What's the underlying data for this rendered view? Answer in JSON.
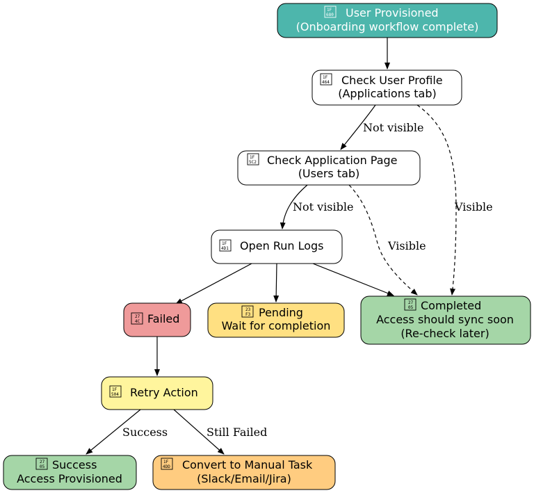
{
  "colors": {
    "teal": "#4db6ac",
    "white": "#ffffff",
    "red": "#ef9a9a",
    "yellow": "#ffe082",
    "paleYellow": "#fff59d",
    "green": "#a5d6a7",
    "orange": "#ffcc80",
    "stroke": "#000000"
  },
  "nodes": {
    "provisioned": {
      "glyph": [
        "1F",
        "680"
      ],
      "line1": "User Provisioned",
      "line2": "(Onboarding workflow complete)"
    },
    "profile": {
      "glyph": [
        "1F",
        "464"
      ],
      "line1": "Check User Profile",
      "line2": "(Applications tab)"
    },
    "appPage": {
      "glyph": [
        "1F",
        "5C2"
      ],
      "line1": "Check Application Page",
      "line2": "(Users tab)"
    },
    "runLogs": {
      "glyph": [
        "1F",
        "4D1"
      ],
      "line1": "Open Run Logs"
    },
    "failed": {
      "glyph": [
        "27",
        "4C"
      ],
      "line1": "Failed"
    },
    "pending": {
      "glyph": [
        "23",
        "F3"
      ],
      "line1": "Pending",
      "line2": "Wait for completion"
    },
    "completed": {
      "glyph": [
        "27",
        "05"
      ],
      "line1": "Completed",
      "line2": "Access should sync soon",
      "line3": "(Re-check later)"
    },
    "retry": {
      "glyph": [
        "1F",
        "504"
      ],
      "line1": "Retry Action"
    },
    "success": {
      "glyph": [
        "27",
        "05"
      ],
      "line1": "Success",
      "line2": "Access Provisioned"
    },
    "manual": {
      "glyph": [
        "1F",
        "4DD"
      ],
      "line1": "Convert to Manual Task",
      "line2": "(Slack/Email/Jira)"
    }
  },
  "edges": {
    "notVisible1": "Not visible",
    "visible1": "Visible",
    "notVisible2": "Not visible",
    "visible2": "Visible",
    "success": "Success",
    "stillFailed": "Still Failed"
  }
}
